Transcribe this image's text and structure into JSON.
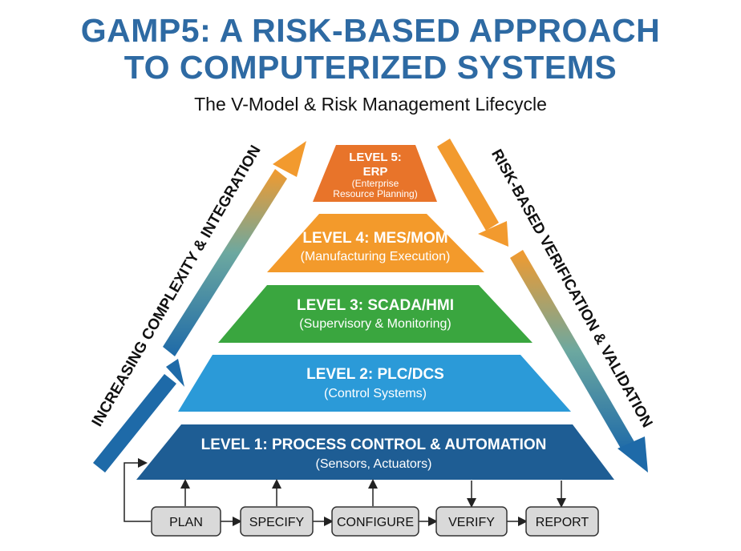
{
  "title": {
    "line1": "GAMP5:  A RISK-BASED APPROACH",
    "line2": "TO COMPUTERIZED SYSTEMS"
  },
  "subtitle": "The V-Model & Risk Management Lifecycle",
  "levels": [
    {
      "title": "LEVEL 5:",
      "title2": "ERP",
      "desc": "(Enterprise",
      "desc2": "Resource Planning)",
      "color": "#e8742a"
    },
    {
      "title": "LEVEL 4: MES/MOM",
      "desc": "(Manufacturing Execution)",
      "color": "#f39a2b"
    },
    {
      "title": "LEVEL 3: SCADA/HMI",
      "desc": "(Supervisory & Monitoring)",
      "color": "#3aa63f"
    },
    {
      "title": "LEVEL 2: PLC/DCS",
      "desc": "(Control Systems)",
      "color": "#2b9ad8"
    },
    {
      "title": "LEVEL 1: PROCESS CONTROL & AUTOMATION",
      "desc": "(Sensors, Actuators)",
      "color": "#1e5d94"
    }
  ],
  "left_arrow_label": "INCREASING COMPLEXITY & INTEGRATION",
  "right_arrow_label": "RISK-BASED VERIFICATION & VALIDATION",
  "steps": [
    "PLAN",
    "SPECIFY",
    "CONFIGURE",
    "VERIFY",
    "REPORT"
  ]
}
